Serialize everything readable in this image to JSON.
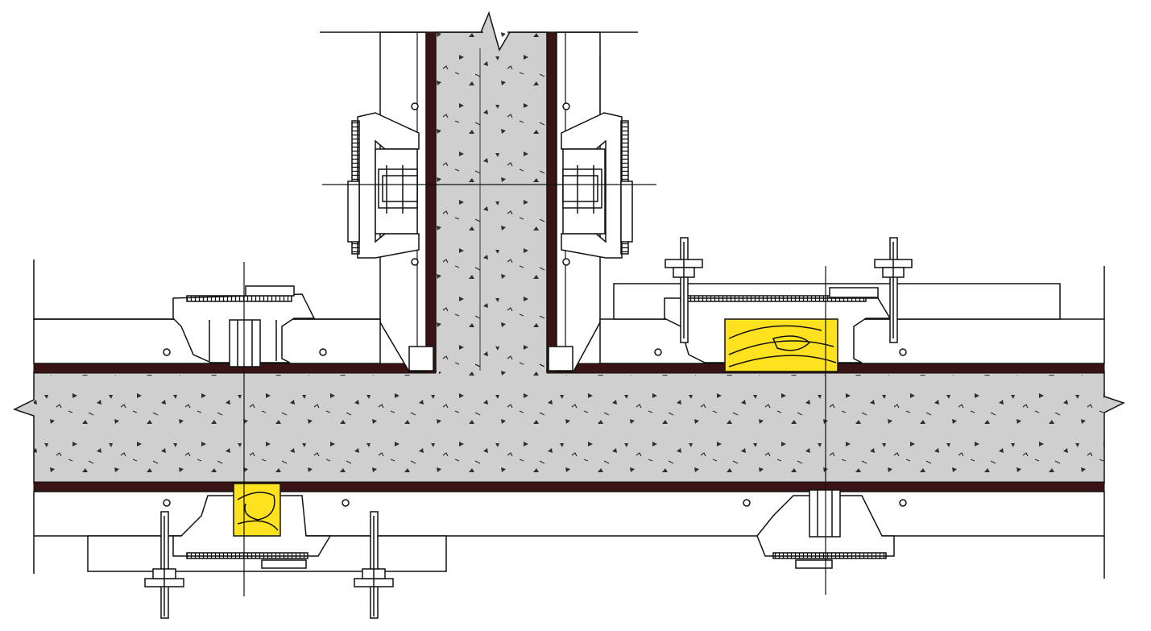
{
  "colors": {
    "background": "#ffffff",
    "concrete": "#cfcfcf",
    "membrane": "#3a1414",
    "timber": "#ffe21f",
    "line": "#111111"
  },
  "components": {
    "concrete_wall": "concrete-wall-t-junction",
    "concrete_slab": "concrete-slab",
    "formwork_panels": 4,
    "timber_fillers": 2,
    "tie_rod_assemblies": 4,
    "corner_fillets": 2,
    "alignment_clamps": 6
  }
}
